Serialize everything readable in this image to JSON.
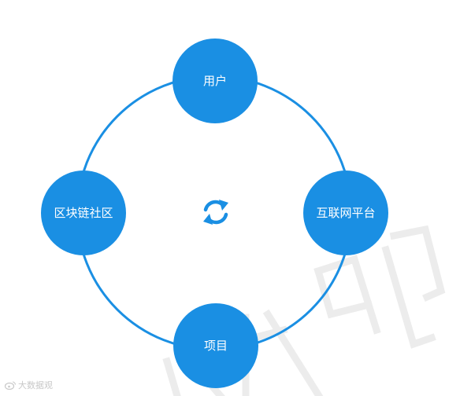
{
  "nodes": {
    "top": "用户",
    "left": "区块链社区",
    "right": "互联网平台",
    "bottom": "项目"
  },
  "center_icon": "refresh-cycle-icon",
  "footer_watermark": "大数据观",
  "colors": {
    "node": "#1a8fe3",
    "ring": "#1a8fe3",
    "watermark": "#ececec"
  }
}
